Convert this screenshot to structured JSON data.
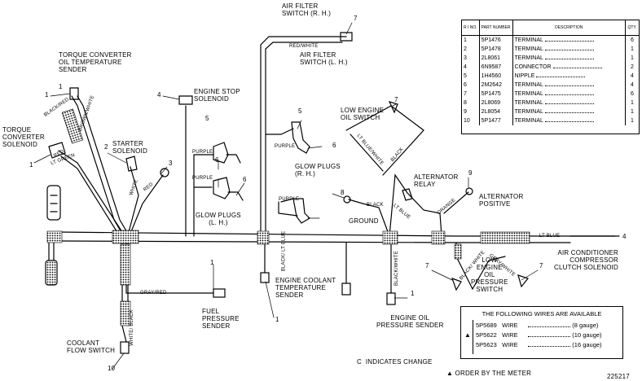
{
  "labels": {
    "air_filter_rh": "AIR FILTER\nSWITCH (R. H.)",
    "air_filter_lh": "AIR FILTER\nSWITCH (L. H.)",
    "tc_oil_temp": "TORQUE CONVERTER\nOIL TEMPERATURE\nSENDER",
    "engine_stop": "ENGINE STOP\nSOLENOID",
    "tc_solenoid": "TORQUE\nCONVERTER\nSOLENOID",
    "starter": "STARTER\nSOLENOID",
    "low_oil_switch": "LOW ENGINE\nOIL SWITCH",
    "glow_rh": "GLOW PLUGS\n(R. H.)",
    "glow_lh": "GLOW PLUGS\n(L. H.)",
    "alternator_relay": "ALTERNATOR\nRELAY",
    "alternator_positive": "ALTERNATOR\nPOSITIVE",
    "ground": "GROUND",
    "ac_clutch": "AIR CONDITIONER\nCOMPRESSOR\nCLUTCH SOLENOID",
    "low_oil_pressure": "LOW\nENGINE\nOIL\nPRESSURE\nSWITCH",
    "coolant_temp": "ENGINE COOLANT\nTEMPERATURE\nSENDER",
    "fuel_pressure": "FUEL\nPRESSURE\nSENDER",
    "oil_pressure_sender": "ENGINE OIL\nPRESSURE SENDER",
    "coolant_flow": "COOLANT\nFLOW SWITCH",
    "indicates_change": "C  INDICATES CHANGE",
    "order_by_meter": "▲ ORDER BY THE METER",
    "drawing_number": "225217"
  },
  "wire_labels": {
    "red_white": "RED/WHITE",
    "black_red": "BLACK/RED",
    "brown_white": "BROWN/WHITE",
    "red": "RED",
    "lt_green": "LT GREEN",
    "white": "WHITE",
    "purple": "PURPLE",
    "black": "BLACK",
    "lt_blue": "LT BLUE",
    "orange": "ORANGE",
    "lt_blue_white": "LT BLUE/WHITE",
    "black_lt_blue": "BLACK/ LT BLUE",
    "gray_red": "GRAY/RED",
    "black_white": "BLACK/WHITE",
    "white_black": "WHITE/ BLACK",
    "gray_white": "GRAY/WHITE",
    "black_white2": "BLACK/ WHITE"
  },
  "callouts": [
    "1",
    "1",
    "1",
    "2",
    "3",
    "4",
    "5",
    "5",
    "6",
    "6",
    "6",
    "7",
    "7",
    "7",
    "7",
    "8",
    "9",
    "1",
    "1",
    "1",
    "4",
    "10"
  ],
  "parts_table": {
    "headers": [
      "R I NO.",
      "PART NUMBER",
      "DESCRIPTION",
      "QTY."
    ],
    "rows": [
      [
        "1",
        "5P1476",
        "TERMINAL",
        "6"
      ],
      [
        "2",
        "5P1478",
        "TERMINAL",
        "1"
      ],
      [
        "3",
        "2L8061",
        "TERMINAL",
        "1"
      ],
      [
        "4",
        "6N9587",
        "CONNECTOR",
        "2"
      ],
      [
        "5",
        "1H4560",
        "NIPPLE",
        "4"
      ],
      [
        "6",
        "2M2642",
        "TERMINAL",
        "4"
      ],
      [
        "7",
        "5P1475",
        "TERMINAL",
        "6"
      ],
      [
        "8",
        "2L8069",
        "TERMINAL",
        "1"
      ],
      [
        "9",
        "2L8054",
        "TERMINAL",
        "1"
      ],
      [
        "10",
        "5P1477",
        "TERMINAL",
        "1"
      ]
    ]
  },
  "wire_table": {
    "title": "THE FOLLOWING WIRES ARE AVAILABLE",
    "mark": "▲",
    "rows": [
      {
        "part": "5P5689",
        "desc": "WIRE",
        "gauge": "(8 gauge)"
      },
      {
        "part": "5P5622",
        "desc": "WIRE",
        "gauge": "(10 gauge)"
      },
      {
        "part": "5P5623",
        "desc": "WIRE",
        "gauge": "(16 gauge)"
      }
    ]
  }
}
